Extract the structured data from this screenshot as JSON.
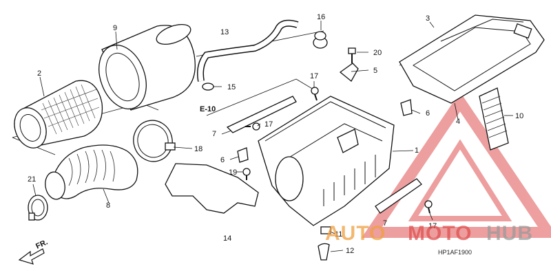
{
  "callouts": {
    "c1": "1",
    "c2": "2",
    "c3": "3",
    "c4": "4",
    "c5": "5",
    "c6a": "6",
    "c6b": "6",
    "c7a": "7",
    "c7b": "7",
    "c8": "8",
    "c9": "9",
    "c10": "10",
    "c11": "11",
    "c12": "12",
    "c13": "13",
    "c14": "14",
    "c15": "15",
    "c16": "16",
    "c17a": "17",
    "c17b": "17",
    "c17c": "17",
    "c18": "18",
    "c19": "19",
    "c20": "20",
    "c21": "21"
  },
  "reference": "E-10",
  "direction_label": "FR.",
  "diagram_code": "HP1AF1900",
  "watermark": {
    "part1": "AUTO",
    "part2": "MOTO",
    "part3": "HUB",
    "color_red": "#e05050",
    "color_orange": "#f0a040",
    "color_gray": "#9a9a9a"
  }
}
